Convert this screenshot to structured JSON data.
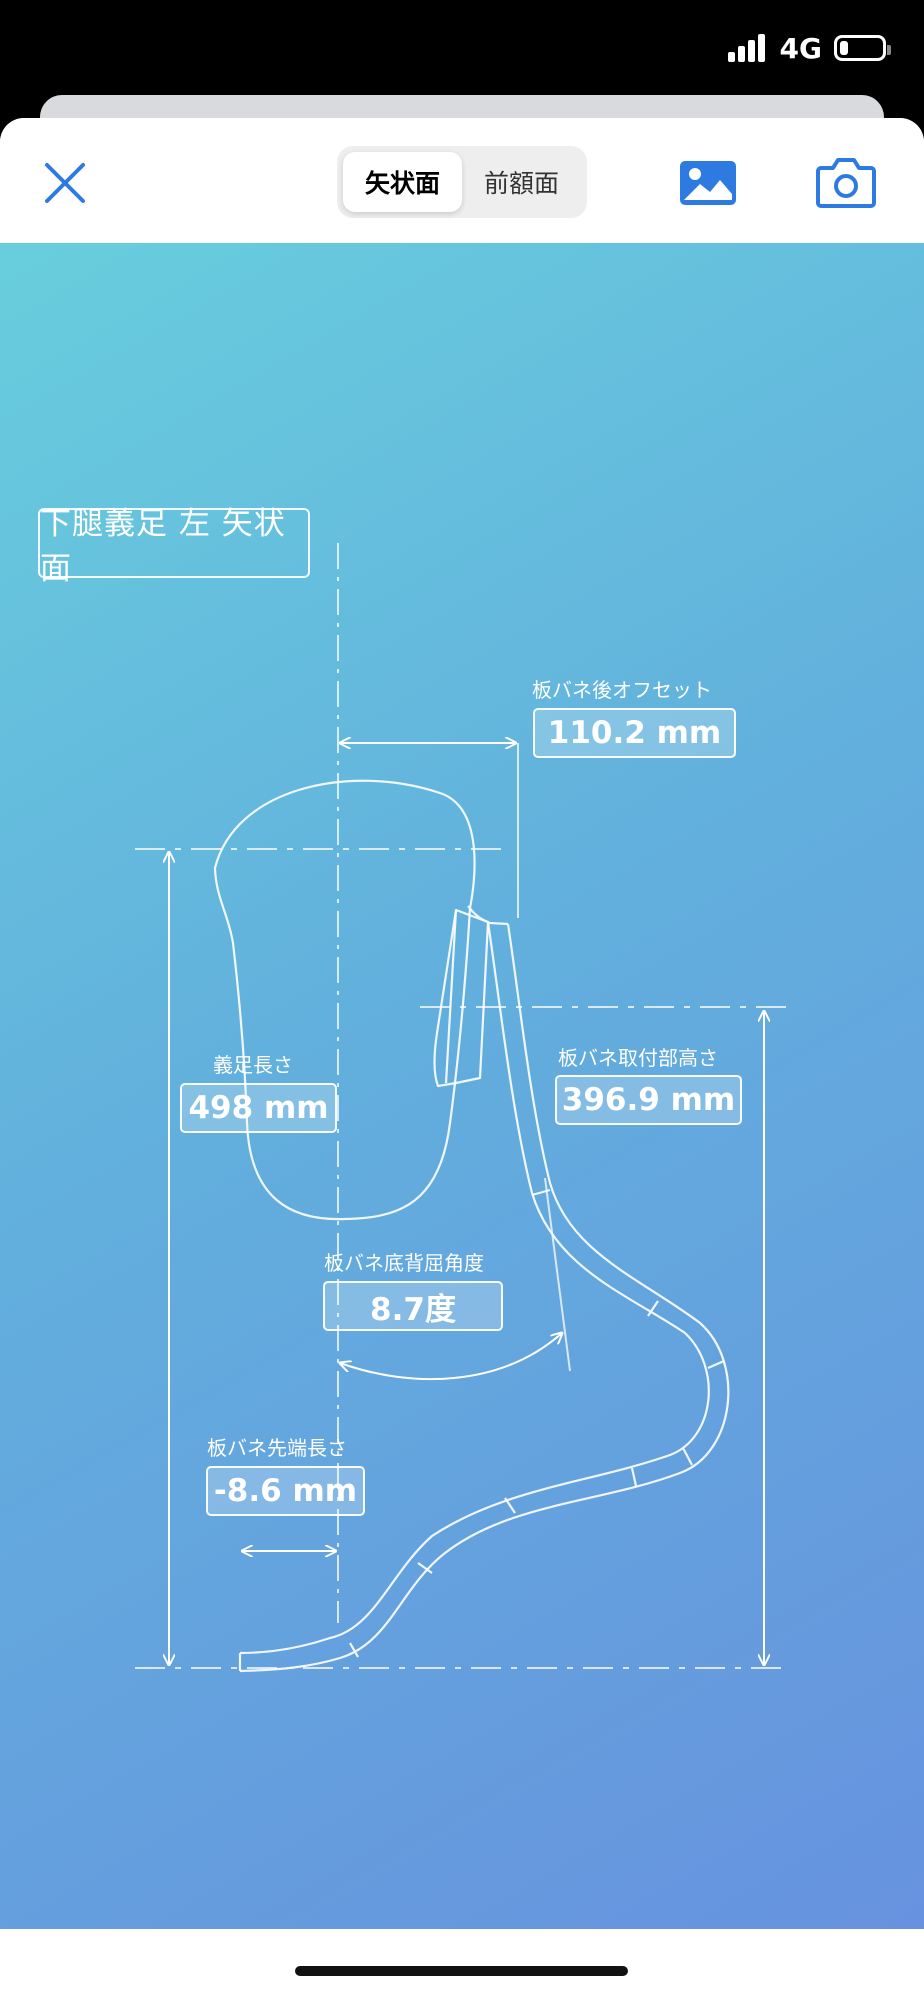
{
  "status_bar": {
    "network": "4G",
    "battery_level": 0.2
  },
  "toolbar": {
    "tabs": [
      {
        "label": "矢状面",
        "active": true
      },
      {
        "label": "前額面",
        "active": false
      }
    ]
  },
  "icons": {
    "close": "close-icon",
    "image": "image-icon",
    "camera": "camera-icon",
    "signal": "signal-bars-icon",
    "battery": "battery-icon"
  },
  "colors": {
    "accent": "#2d7be0",
    "canvas_start": "#68cedd",
    "canvas_end": "#6792df"
  },
  "drawing": {
    "title": "下腿義足 左 矢状面",
    "measurements": {
      "rear_offset": {
        "label": "板バネ後オフセット",
        "value": "110.2 mm"
      },
      "prosthesis_length": {
        "label": "義足長さ",
        "value": "498 mm"
      },
      "mount_height": {
        "label": "板バネ取付部高さ",
        "value": "396.9 mm"
      },
      "dorsiflexion_angle": {
        "label": "板バネ底背屈角度",
        "value": "8.7度"
      },
      "tip_length": {
        "label": "板バネ先端長さ",
        "value": "-8.6 mm"
      }
    }
  }
}
